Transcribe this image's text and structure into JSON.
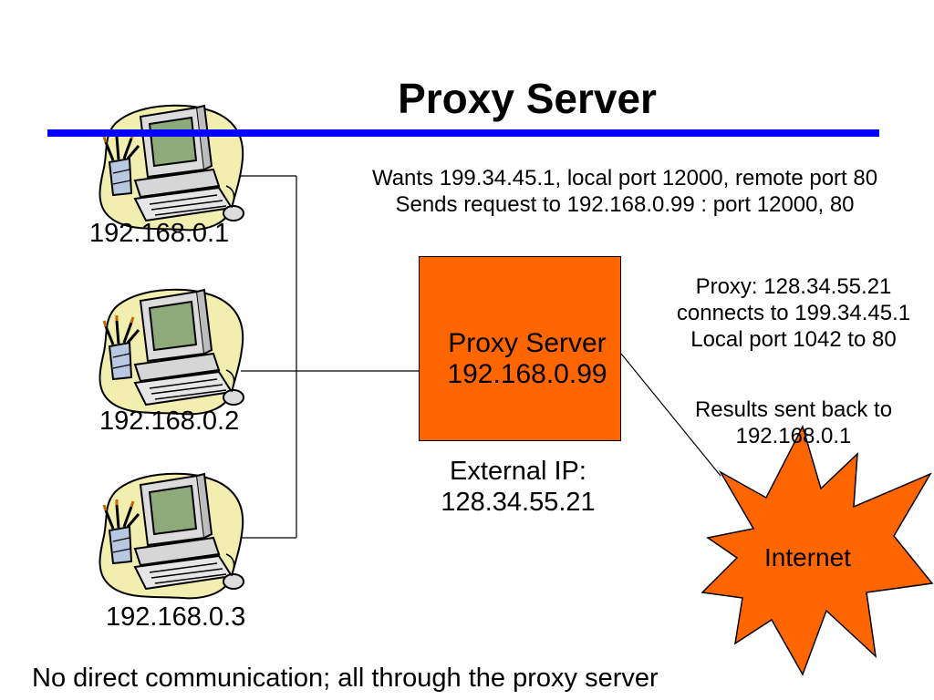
{
  "title": "Proxy Server",
  "clients": [
    {
      "ip": "192.168.0.1",
      "icon": "computer-icon"
    },
    {
      "ip": "192.168.0.2",
      "icon": "computer-icon"
    },
    {
      "ip": "192.168.0.3",
      "icon": "computer-icon"
    }
  ],
  "request_note": {
    "line1": "Wants 199.34.45.1, local port 12000, remote port 80",
    "line2": "Sends request to 192.168.0.99 :   port 12000, 80"
  },
  "proxy_box": {
    "name": "Proxy Server",
    "ip": "192.168.0.99",
    "color": "#ff6600"
  },
  "external_ip": {
    "line1": "External IP:",
    "line2": "128.34.55.21"
  },
  "proxy_note": {
    "line1": "Proxy: 128.34.55.21",
    "line2": "connects to 199.34.45.1",
    "line3": "Local port 1042 to 80"
  },
  "results_note": {
    "line1": "Results sent back to",
    "line2": "192.168.0.1"
  },
  "internet": {
    "label": "Internet",
    "color": "#ff6600"
  },
  "footer": "No direct communication; all through the proxy server",
  "colors": {
    "title_rule": "#0000ff",
    "monitor_screen": "#8faa7a",
    "computer_body": "#dcdcdc",
    "blob_background": "#f2eeb0"
  }
}
